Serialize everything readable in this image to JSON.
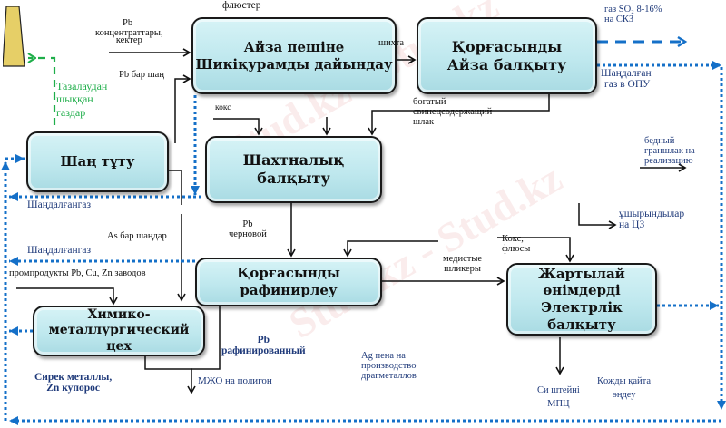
{
  "watermark": "Stud.kz - Stud.kz",
  "colors": {
    "box_fill": "#bfe8ee",
    "box_border": "#1a1a1a",
    "flow_line": "#111111",
    "gas_line": "#1570c8",
    "clean_gas": "#1fae4a",
    "chimney": "#e6cf67",
    "blue_text": "#1f3a7a"
  },
  "boxes": {
    "sinter_prep": [
      "Айза пешіне",
      "Шикіқурамды дайындау"
    ],
    "lead_smelt": [
      "Қорғасынды",
      "Айза балқыту"
    ],
    "dust_catch": [
      "Шаң тұту"
    ],
    "shaft_smelt": [
      "Шахтналық балқыту"
    ],
    "refining": [
      "Қорғасынды рафинирлеу"
    ],
    "chem_met": [
      "Химико-",
      "металлургический цех"
    ],
    "electro_smelt": [
      "Жартылай өнімдерді",
      "Электрлік балқыту"
    ]
  },
  "labels": {
    "fluxes": "флюстер",
    "pb_concentrates": [
      "Pb",
      "концентраттары,",
      "кектер"
    ],
    "pb_dust": "Pb бар шаң",
    "charge": "шихта",
    "so2_gas": [
      "газ SO₂ 8-16%",
      "на СКЗ"
    ],
    "dusty_gas_opu": [
      "Шаңдалған",
      "газ в ОПУ"
    ],
    "cleaned_gases": [
      "Тазалаудан",
      "шыққан",
      "газдар"
    ],
    "rich_slag": [
      "богатый",
      "свинецсодержащий",
      "шлак"
    ],
    "coke": "кокс",
    "poor_slag": [
      "бедный",
      "граншлак на",
      "реализацию"
    ],
    "dusty_gas_1": "Шаңдалғангаз",
    "as_dust": "As бар шаңдар",
    "dusty_gas_2": "Шаңдалғангаз",
    "sublimates": [
      "ұшырындылар",
      "на ЦЗ"
    ],
    "pb_rough": [
      "Pb",
      "черновой"
    ],
    "coke_fluxes": [
      "Кокс,",
      "флюсы"
    ],
    "copper_dross": [
      "медистые",
      "шликеры"
    ],
    "intermediates": "промпродукты Pb, Cu, Zn заводов",
    "rare_metals": [
      "Сирек металлы,",
      "Zn купорос"
    ],
    "pb_refined": [
      "Pb",
      "рафинированный"
    ],
    "mzho": "МЖО на полигон",
    "ag_foam": [
      "Ag пена на",
      "производство",
      "драгметаллов"
    ],
    "cu_matte": [
      "Си штейні",
      "МПЦ"
    ],
    "slag_reprocess": [
      "Қожды қайта",
      "өңдеу"
    ]
  }
}
